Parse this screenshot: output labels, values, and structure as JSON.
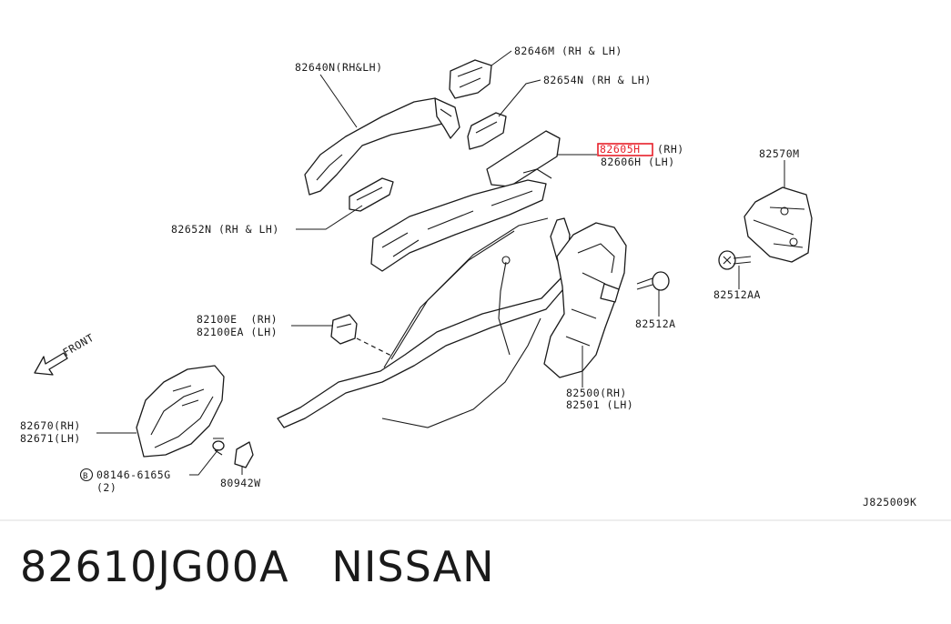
{
  "diagram": {
    "labels": {
      "p82640n": "82640N(RH&LH)",
      "p82646m": "82646M (RH & LH)",
      "p82654n": "82654N (RH & LH)",
      "p82605h": "82605H",
      "p82605h_side": "(RH)",
      "p82606h": "82606H (LH)",
      "p82570m": "82570M",
      "p82652n": "82652N (RH & LH)",
      "p82512aa": "82512AA",
      "p82512a": "82512A",
      "p82100e": "82100E  (RH)",
      "p82100ea": "82100EA (LH)",
      "front": "FRONT",
      "p82670": "82670(RH)",
      "p82671": "82671(LH)",
      "p82500": "82500(RH)",
      "p82501": "82501 (LH)",
      "bolt_prefix": "B",
      "bolt": "08146-6165G",
      "bolt_qty": "(2)",
      "p80942w": "80942W",
      "drawing_code": "J825009K"
    },
    "highlight_color": "#e8202a"
  },
  "caption": {
    "part_number": "82610JG00A",
    "brand": "NISSAN"
  }
}
